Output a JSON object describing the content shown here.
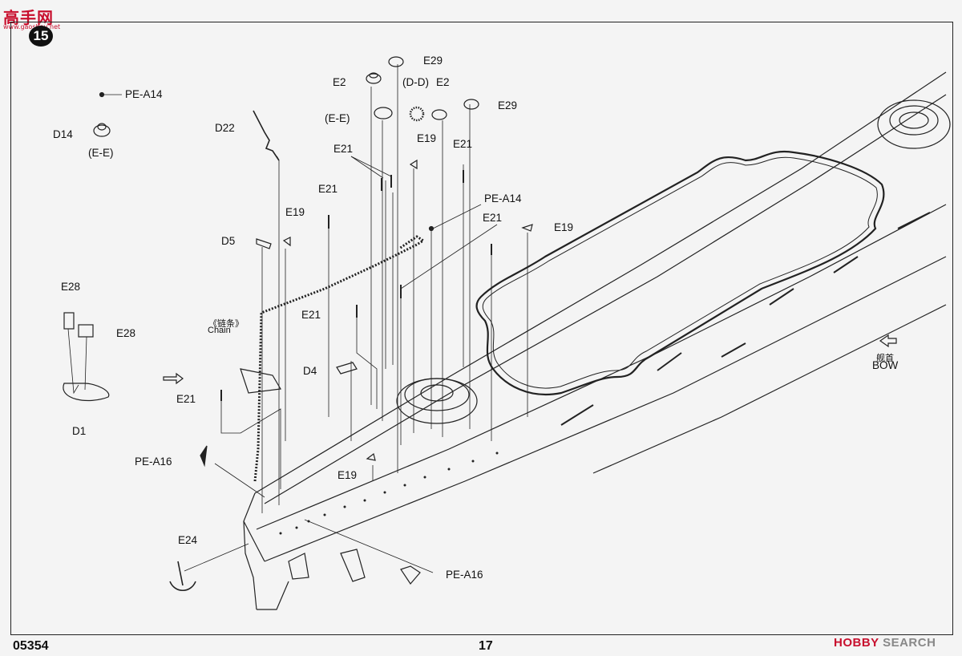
{
  "watermark": {
    "text": "高手网",
    "sub": "www.gaoshou.net"
  },
  "step": {
    "number": "15"
  },
  "labels": {
    "pe_a14_top": "PE-A14",
    "d14": "D14",
    "e_e_left": "(E-E)",
    "d22": "D22",
    "e2_a": "E2",
    "e29_a": "E29",
    "d_d": "(D-D)",
    "e2_b": "E2",
    "e_e_mid": "(E-E)",
    "e29_b": "E29",
    "e21_a": "E21",
    "e19_a": "E19",
    "e21_b": "E21",
    "e21_c": "E21",
    "pe_a14_mid": "PE-A14",
    "e19_b": "E19",
    "e21_d": "E21",
    "e19_c": "E19",
    "d5": "D5",
    "e28_a": "E28",
    "e28_b": "E28",
    "chain_cn": "《链条》",
    "chain_en": "Chain",
    "e21_e": "E21",
    "d4": "D4",
    "d1": "D1",
    "e21_f": "E21",
    "pe_a16_a": "PE-A16",
    "e19_d": "E19",
    "e24": "E24",
    "pe_a16_b": "PE-A16",
    "bow_cn": "舰首",
    "bow_en": "BOW"
  },
  "footer": {
    "code": "05354",
    "page": "17",
    "brand_main": "HOBBY",
    "brand_search": "SEARCH"
  },
  "colors": {
    "ink": "#111111",
    "paper": "#f4f4f4",
    "watermark": "#c8102e"
  }
}
